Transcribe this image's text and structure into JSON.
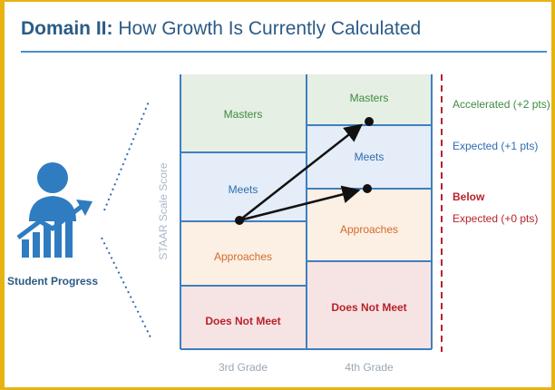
{
  "title": {
    "bold": "Domain II:",
    "rest": " How Growth Is Currently Calculated"
  },
  "icon": {
    "name": "student-progress-icon",
    "label": "Student Progress"
  },
  "axis": {
    "y_label": "STAAR Scale Score",
    "x_labels": [
      "3rd Grade",
      "4th Grade"
    ]
  },
  "grade3_bands": [
    "Masters",
    "Meets",
    "Approaches",
    "Does Not Meet"
  ],
  "grade4_bands": [
    "Masters",
    "Meets",
    "Approaches",
    "Does Not Meet"
  ],
  "outcomes": [
    {
      "label": "Accelerated (+2 pts)",
      "color": "#3e8a43"
    },
    {
      "label": "Expected (+1 pts)",
      "color": "#2f6db0"
    },
    {
      "label_line1": "Below",
      "label_line2": "Expected (+0 pts)",
      "color": "#b8222a"
    }
  ],
  "colors": {
    "masters": "#e6efe3",
    "meets": "#e4edf8",
    "approaches": "#fcefe4",
    "not_meet": "#f6e4e4",
    "masters_text": "#3e8a43",
    "meets_text": "#2f6db0",
    "approaches_text": "#d26b2a",
    "not_meet_text": "#b8222a",
    "grid": "#3f7fbf",
    "dashed": "#b8222a"
  }
}
